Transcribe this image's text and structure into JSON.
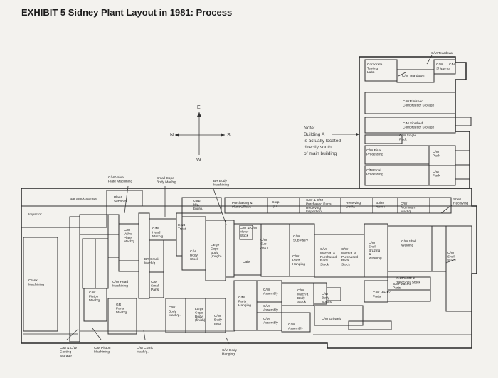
{
  "title": "EXHIBIT 5  Sidney Plant Layout in 1981: Process",
  "compass": {
    "north": "N",
    "east": "E",
    "south": "S",
    "west": "W"
  },
  "note": [
    "Note:",
    "Building A",
    "is actually located",
    "directly south",
    "of main building"
  ],
  "building_a": [
    {
      "key": "corp_testing",
      "lines": [
        "Corporate",
        "Testing",
        "Labs"
      ]
    },
    {
      "key": "cm_teardown_top",
      "lines": [
        "C/M Teardown"
      ]
    },
    {
      "key": "cw_teardown",
      "lines": [
        "C/W Teardown"
      ]
    },
    {
      "key": "cw_shipping",
      "lines": [
        "C/W",
        "Shipping"
      ]
    },
    {
      "key": "cm_shipping",
      "lines": [
        "C/M"
      ]
    },
    {
      "key": "cw_finished",
      "lines": [
        "C/W Finished",
        "Compressor Storage"
      ]
    },
    {
      "key": "cm_finished",
      "lines": [
        "C/M Finished",
        "Compressor Storage"
      ]
    },
    {
      "key": "cw_single_pack",
      "lines": [
        "C/W Single",
        "Pack"
      ]
    },
    {
      "key": "cw_final",
      "lines": [
        "C/W Final",
        "Processing"
      ]
    },
    {
      "key": "cm_final",
      "lines": [
        "C/M Final",
        "Processing"
      ]
    },
    {
      "key": "cw_pack",
      "lines": [
        "C/W",
        "Pack"
      ]
    },
    {
      "key": "cm_pack",
      "lines": [
        "C/M",
        "Pack"
      ]
    }
  ],
  "main_building": [
    {
      "key": "cm_valve",
      "lines": [
        "C/M Valve",
        "Plate Machining"
      ]
    },
    {
      "key": "small_cope",
      "lines": [
        "Small Cope",
        "Body Mach'g."
      ]
    },
    {
      "key": "br_body",
      "lines": [
        "BR Body",
        "Machining"
      ]
    },
    {
      "key": "bar_stock",
      "lines": [
        "Bar Stock Storage"
      ]
    },
    {
      "key": "plant_services",
      "lines": [
        "Plant",
        "Services"
      ]
    },
    {
      "key": "corp_mfg",
      "lines": [
        "Corp.",
        "Mfg.",
        "Engrg."
      ]
    },
    {
      "key": "purchasing",
      "lines": [
        "Purchasing &",
        "Plant Offices"
      ]
    },
    {
      "key": "corp_qc",
      "lines": [
        "Corp.",
        "QC"
      ]
    },
    {
      "key": "cwcm_purchased",
      "lines": [
        "C/W & C/M",
        "Purchased Parts",
        "Receiving",
        "Inspection"
      ]
    },
    {
      "key": "receiving_docks",
      "lines": [
        "Receiving",
        "Docks"
      ]
    },
    {
      "key": "boiler_room",
      "lines": [
        "Boiler",
        "Room"
      ]
    },
    {
      "key": "cw_aluminum",
      "lines": [
        "C/W",
        "Aluminum",
        "Mach'g."
      ]
    },
    {
      "key": "shell_receiving",
      "lines": [
        "Shell",
        "Receiving"
      ]
    },
    {
      "key": "impactor",
      "lines": [
        "Impactor"
      ]
    },
    {
      "key": "cw_valve",
      "lines": [
        "C/W",
        "Valve",
        "Plate",
        "Mach'g."
      ]
    },
    {
      "key": "cm_head",
      "lines": [
        "C/M",
        "Head",
        "Mach'g."
      ]
    },
    {
      "key": "heat_treat",
      "lines": [
        "Heat",
        "Treat"
      ]
    },
    {
      "key": "br_crank",
      "lines": [
        "BR Crank",
        "Mach'g."
      ]
    },
    {
      "key": "cm_body_stock",
      "lines": [
        "C/M",
        "Body",
        "Stock"
      ]
    },
    {
      "key": "large_cope_rough",
      "lines": [
        "Large",
        "Cope",
        "Body",
        "(rough)"
      ]
    },
    {
      "key": "cwcm_motor",
      "lines": [
        "C/W & C/M",
        "Motor",
        "Stock"
      ]
    },
    {
      "key": "cw_sub_assy_small",
      "lines": [
        "C/W",
        "Sub",
        "Ass'y"
      ]
    },
    {
      "key": "cafe",
      "lines": [
        "Cafe"
      ]
    },
    {
      "key": "cw_sub_assy",
      "lines": [
        "C/W",
        "Sub Ass'y"
      ]
    },
    {
      "key": "cw_parts_hanging",
      "lines": [
        "C/W",
        "Parts",
        "Hanging"
      ]
    },
    {
      "key": "cm_mach_purchased",
      "lines": [
        "C/M",
        "Mach'd. &",
        "Purchased",
        "Parts",
        "Stock"
      ]
    },
    {
      "key": "cw_mach_purchased",
      "lines": [
        "C/W",
        "Mach'd. &",
        "Purchased",
        "Parts",
        "Stock"
      ]
    },
    {
      "key": "cw_shell_brazing",
      "lines": [
        "C/W",
        "Shell",
        "Brazing",
        "&",
        "Washing"
      ]
    },
    {
      "key": "cw_shell_welding",
      "lines": [
        "C/W Shell",
        "Welding"
      ]
    },
    {
      "key": "cw_shell_stock",
      "lines": [
        "C/W",
        "Shell",
        "Stock"
      ]
    },
    {
      "key": "crank_machining",
      "lines": [
        "Crank",
        "Machining"
      ]
    },
    {
      "key": "cw_head_machining",
      "lines": [
        "C/W Head",
        "Machining"
      ]
    },
    {
      "key": "cm_small_parts",
      "lines": [
        "C/M",
        "Small",
        "Parts"
      ]
    },
    {
      "key": "cw_piston",
      "lines": [
        "C/W",
        "Piston",
        "Mach'g."
      ]
    },
    {
      "key": "gr_parts",
      "lines": [
        "GR",
        "Parts",
        "Mach'g."
      ]
    },
    {
      "key": "cw_body_mach",
      "lines": [
        "C/W",
        "Body",
        "Mach'g."
      ]
    },
    {
      "key": "large_cope_finish",
      "lines": [
        "Large",
        "Cope",
        "Body",
        "(finish)"
      ]
    },
    {
      "key": "cw_body_insp",
      "lines": [
        "C/W",
        "Body",
        "Insp."
      ]
    },
    {
      "key": "cm_parts_hanging",
      "lines": [
        "C/M",
        "Parts",
        "Hanging"
      ]
    },
    {
      "key": "cw_assembly",
      "lines": [
        "C/W",
        "Assembly"
      ]
    },
    {
      "key": "cm_assembly",
      "lines": [
        "C/M",
        "Assembly"
      ]
    },
    {
      "key": "cm_assembly_2",
      "lines": [
        "C/M",
        "Assembly"
      ]
    },
    {
      "key": "cw_assembly_2",
      "lines": [
        "C/W",
        "Assembly"
      ]
    },
    {
      "key": "cw_machd_body",
      "lines": [
        "C/W",
        "Mach'd.",
        "Body",
        "Stock"
      ]
    },
    {
      "key": "cw_body_sorting",
      "lines": [
        "C/W",
        "Body",
        "Sorting"
      ]
    },
    {
      "key": "cw_gritweld",
      "lines": [
        "C/W Gritweld"
      ]
    },
    {
      "key": "in_process",
      "lines": [
        "In-Process &",
        "Raw Shell Stock"
      ]
    },
    {
      "key": "cw_mach_parts",
      "lines": [
        "C/W Mach'd",
        "Parts"
      ]
    },
    {
      "key": "cw_mach_parts_2",
      "lines": [
        "C/W Mach'd.",
        "Parts"
      ]
    },
    {
      "key": "cmcw_casting",
      "lines": [
        "C/M & C/W",
        "Casting",
        "Storage"
      ]
    },
    {
      "key": "cm_piston",
      "lines": [
        "C/M Piston",
        "Machining"
      ]
    },
    {
      "key": "cm_crank",
      "lines": [
        "C/M Crank",
        "Mach'g."
      ]
    },
    {
      "key": "cm_body_hanging",
      "lines": [
        "C/M Body",
        "Hanging"
      ]
    }
  ]
}
